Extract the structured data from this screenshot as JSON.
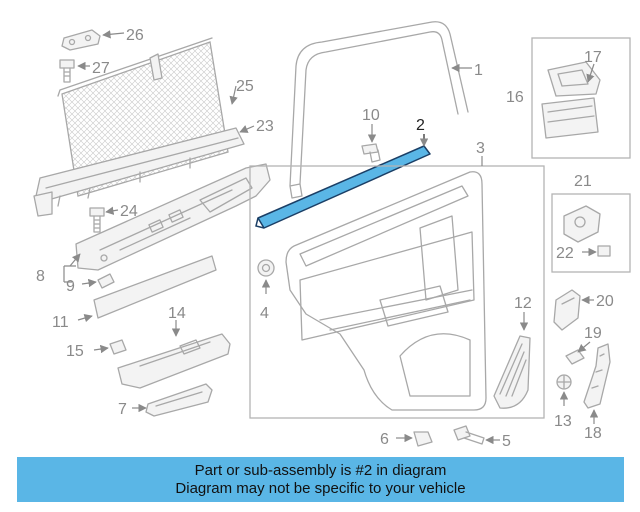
{
  "highlight_color": "#5ab6e6",
  "diagram": {
    "highlighted_part": "2",
    "callouts": {
      "c1": "1",
      "c2": "2",
      "c3": "3",
      "c4": "4",
      "c5": "5",
      "c6": "6",
      "c7": "7",
      "c8": "8",
      "c9": "9",
      "c10": "10",
      "c11": "11",
      "c12": "12",
      "c13": "13",
      "c14": "14",
      "c15": "15",
      "c16": "16",
      "c17": "17",
      "c18": "18",
      "c19": "19",
      "c20": "20",
      "c21": "21",
      "c22": "22",
      "c23": "23",
      "c24": "24",
      "c25": "25",
      "c26": "26",
      "c27": "27"
    }
  },
  "banner": {
    "line1": "Part or sub-assembly is #2 in diagram",
    "line2": "Diagram may not be specific to your vehicle"
  }
}
